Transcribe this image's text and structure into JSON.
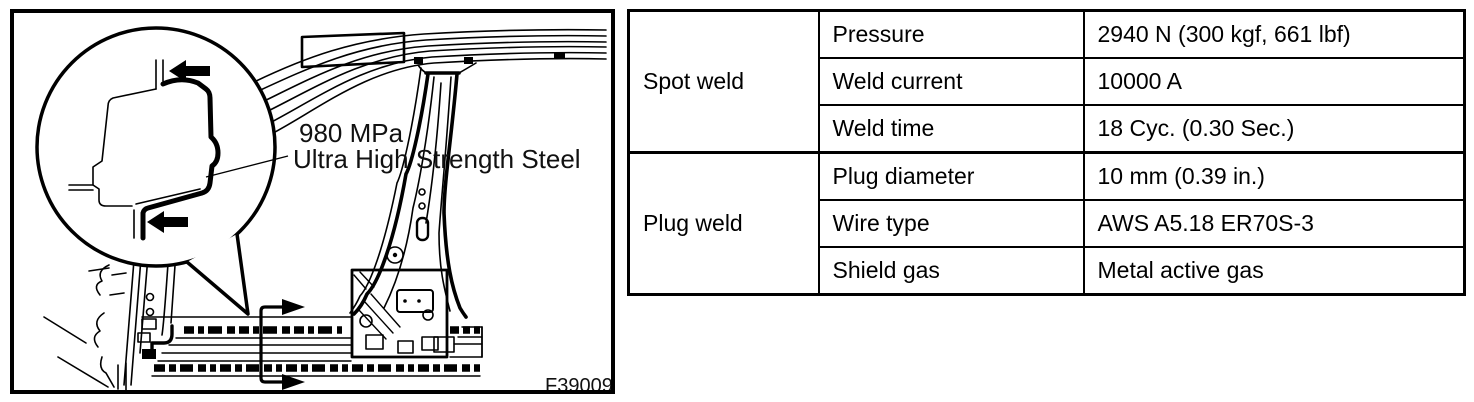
{
  "figure": {
    "callout": {
      "line1": "980 MPa",
      "line2": "Ultra High Strength Steel"
    },
    "figure_number": "F39009"
  },
  "spec_table": {
    "groups": [
      {
        "label": "Spot weld",
        "rows": [
          {
            "param": "Pressure",
            "value": "2940 N (300 kgf, 661 lbf)"
          },
          {
            "param": "Weld current",
            "value": "10000 A"
          },
          {
            "param": "Weld time",
            "value": "18 Cyc. (0.30 Sec.)"
          }
        ]
      },
      {
        "label": "Plug weld",
        "rows": [
          {
            "param": "Plug diameter",
            "value": "10 mm (0.39 in.)"
          },
          {
            "param": "Wire type",
            "value": "AWS A5.18 ER70S-3"
          },
          {
            "param": "Shield gas",
            "value": "Metal active gas"
          }
        ]
      }
    ]
  },
  "colors": {
    "ink": "#000000",
    "paper": "#ffffff"
  }
}
